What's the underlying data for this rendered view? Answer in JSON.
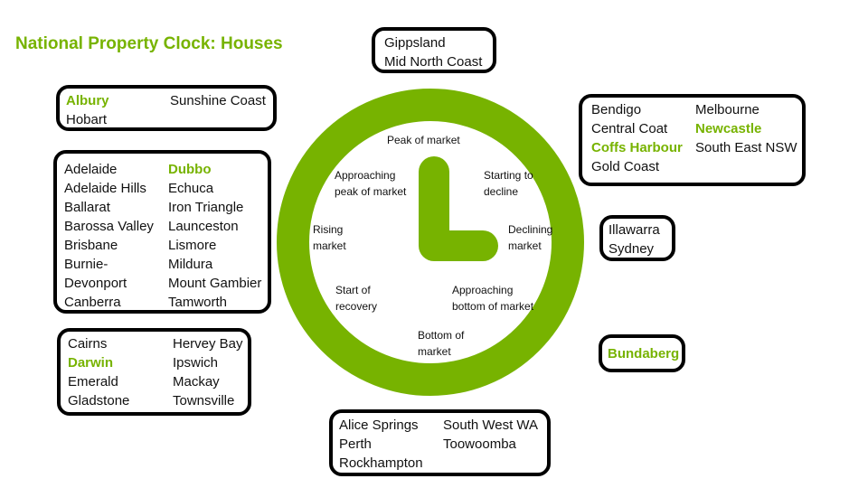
{
  "title": "National Property Clock: Houses",
  "colors": {
    "accent": "#77b300",
    "border": "#000000"
  },
  "clock_labels": {
    "peak": "Peak of market",
    "approaching_peak_1": "Approaching",
    "approaching_peak_2": "peak of market",
    "starting_decline_1": "Starting to",
    "starting_decline_2": "decline",
    "rising_1": "Rising",
    "rising_2": "market",
    "declining_1": "Declining",
    "declining_2": "market",
    "start_recovery_1": "Start of",
    "start_recovery_2": "recovery",
    "approaching_bottom_1": "Approaching",
    "approaching_bottom_2": "bottom of market",
    "bottom_1": "Bottom of",
    "bottom_2": "market"
  },
  "boxes": {
    "top": {
      "items": [
        "Gippsland",
        "Mid North Coast"
      ]
    },
    "albury": {
      "items": [
        "Albury",
        "Sunshine Coast",
        "Hobart"
      ]
    },
    "rising": {
      "items": [
        "Adelaide",
        "Dubbo",
        "Adelaide Hills",
        "Echuca",
        "Ballarat",
        "Iron Triangle",
        "Barossa Valley",
        "Launceston",
        "Brisbane",
        "Lismore",
        "Burnie-",
        "Mildura",
        "Devonport",
        "Mount Gambier",
        "Canberra",
        "Tamworth"
      ]
    },
    "recovery": {
      "items": [
        "Cairns",
        "Hervey Bay",
        "Darwin",
        "Ipswich",
        "Emerald",
        "Mackay",
        "Gladstone",
        "Townsville"
      ]
    },
    "bottom": {
      "items": [
        "Alice Springs",
        "South West WA",
        "Perth",
        "Toowoomba",
        "Rockhampton"
      ]
    },
    "starting_decline": {
      "items": [
        "Bendigo",
        "Melbourne",
        "Central Coat",
        "Newcastle",
        "Coffs Harbour",
        "South East NSW",
        "Gold Coast"
      ]
    },
    "declining": {
      "items": [
        "Illawarra",
        "Sydney"
      ]
    },
    "approaching_bottom": {
      "items": [
        "Bundaberg"
      ]
    }
  }
}
